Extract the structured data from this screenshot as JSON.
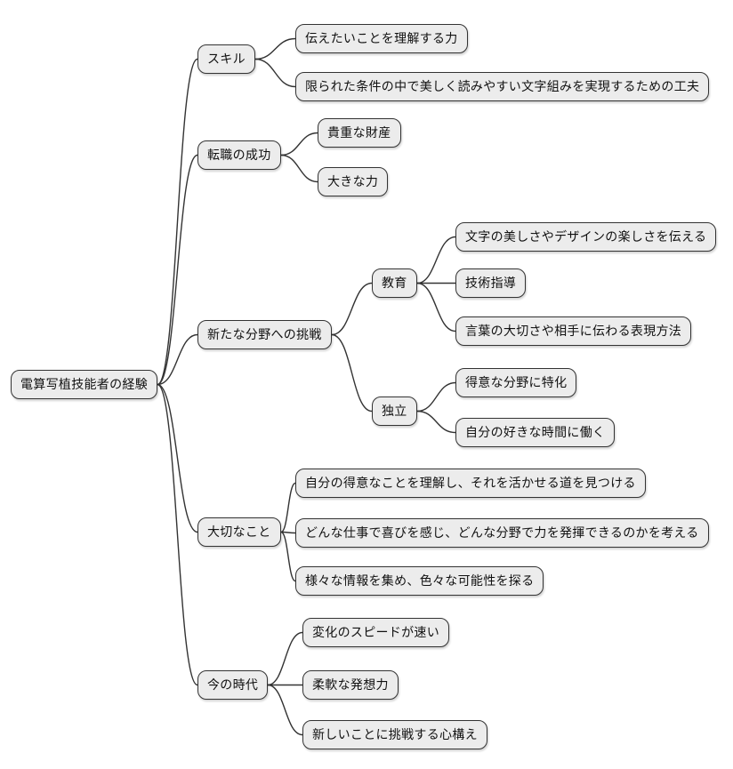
{
  "style": {
    "canvas_bg": "#ffffff",
    "node_fill": "#ececec",
    "node_border": "#333333",
    "edge_color": "#333333",
    "text_color": "#111111"
  },
  "mindmap": {
    "root_label": "電算写植技能者の経験",
    "nodes": {
      "root": {
        "label": "電算写植技能者の経験"
      },
      "skill": {
        "label": "スキル"
      },
      "skill-1": {
        "label": "伝えたいことを理解する力"
      },
      "skill-2": {
        "label": "限られた条件の中で美しく読みやすい文字組みを実現するための工夫"
      },
      "career": {
        "label": "転職の成功"
      },
      "career-1": {
        "label": "貴重な財産"
      },
      "career-2": {
        "label": "大きな力"
      },
      "challenge": {
        "label": "新たな分野への挑戦"
      },
      "education": {
        "label": "教育"
      },
      "edu-1": {
        "label": "文字の美しさやデザインの楽しさを伝える"
      },
      "edu-2": {
        "label": "技術指導"
      },
      "edu-3": {
        "label": "言葉の大切さや相手に伝わる表現方法"
      },
      "independence": {
        "label": "独立"
      },
      "ind-1": {
        "label": "得意な分野に特化"
      },
      "ind-2": {
        "label": "自分の好きな時間に働く"
      },
      "important": {
        "label": "大切なこと"
      },
      "imp-1": {
        "label": "自分の得意なことを理解し、それを活かせる道を見つける"
      },
      "imp-2": {
        "label": "どんな仕事で喜びを感じ、どんな分野で力を発揮できるのかを考える"
      },
      "imp-3": {
        "label": "様々な情報を集め、色々な可能性を探る"
      },
      "era": {
        "label": "今の時代"
      },
      "era-1": {
        "label": "変化のスピードが速い"
      },
      "era-2": {
        "label": "柔軟な発想力"
      },
      "era-3": {
        "label": "新しいことに挑戦する心構え"
      }
    },
    "edges": [
      {
        "from": "root",
        "to": "skill"
      },
      {
        "from": "root",
        "to": "career"
      },
      {
        "from": "root",
        "to": "challenge"
      },
      {
        "from": "root",
        "to": "important"
      },
      {
        "from": "root",
        "to": "era"
      },
      {
        "from": "skill",
        "to": "skill-1"
      },
      {
        "from": "skill",
        "to": "skill-2"
      },
      {
        "from": "career",
        "to": "career-1"
      },
      {
        "from": "career",
        "to": "career-2"
      },
      {
        "from": "challenge",
        "to": "education"
      },
      {
        "from": "challenge",
        "to": "independence"
      },
      {
        "from": "education",
        "to": "edu-1"
      },
      {
        "from": "education",
        "to": "edu-2"
      },
      {
        "from": "education",
        "to": "edu-3"
      },
      {
        "from": "independence",
        "to": "ind-1"
      },
      {
        "from": "independence",
        "to": "ind-2"
      },
      {
        "from": "important",
        "to": "imp-1"
      },
      {
        "from": "important",
        "to": "imp-2"
      },
      {
        "from": "important",
        "to": "imp-3"
      },
      {
        "from": "era",
        "to": "era-1"
      },
      {
        "from": "era",
        "to": "era-2"
      },
      {
        "from": "era",
        "to": "era-3"
      }
    ]
  }
}
